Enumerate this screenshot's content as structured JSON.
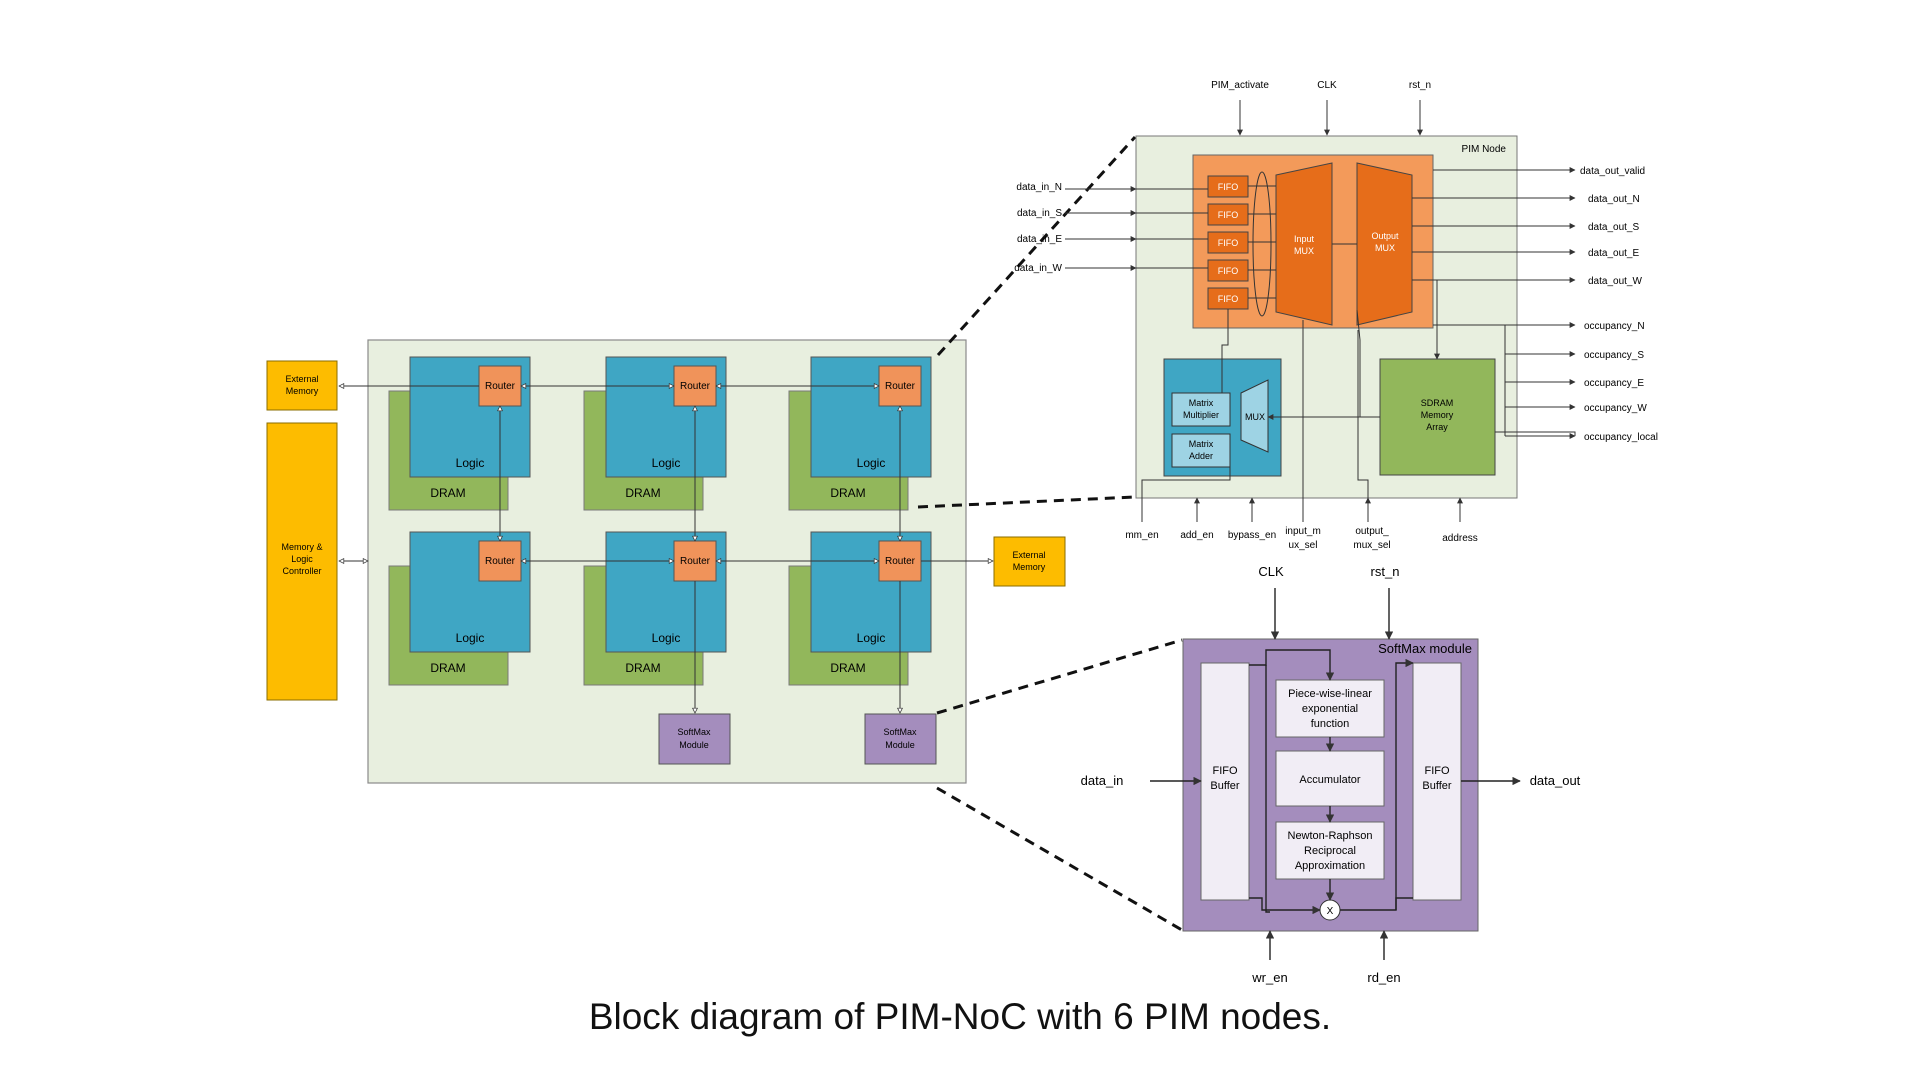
{
  "caption": "Block diagram of PIM-NoC with 6 PIM nodes.",
  "colors": {
    "mesh_bg": "#e8efdf",
    "logic": "#3fa6c4",
    "dram": "#92b75b",
    "router": "#f0935a",
    "router_zone": "#f39a5a",
    "mux": "#e66d1a",
    "memory": "#fdbc00",
    "softmax": "#a48dbd",
    "softmax_panel": "#f1edf5"
  },
  "mesh": {
    "router_label": "Router",
    "logic_label": "Logic",
    "dram_label": "DRAM",
    "softmax_label": [
      "SoftMax",
      "Module"
    ],
    "external_memory": [
      "External",
      "Memory"
    ],
    "controller": [
      "Memory &",
      "Logic",
      "Controller"
    ]
  },
  "pim_node": {
    "title": "PIM Node",
    "fifo": "FIFO",
    "input_mux": [
      "Input",
      "MUX"
    ],
    "output_mux": [
      "Output",
      "MUX"
    ],
    "matrix_multiplier": [
      "Matrix",
      "Multiplier"
    ],
    "matrix_adder": [
      "Matrix",
      "Adder"
    ],
    "mux": "MUX",
    "sdram": [
      "SDRAM",
      "Memory",
      "Array"
    ],
    "top_signals": [
      "PIM_activate",
      "CLK",
      "rst_n"
    ],
    "inputs": [
      "data_in_N",
      "data_in_S",
      "data_in_E",
      "data_in_W"
    ],
    "outputs": [
      "data_out_valid",
      "data_out_N",
      "data_out_S",
      "data_out_E",
      "data_out_W",
      "occupancy_N",
      "occupancy_S",
      "occupancy_E",
      "occupancy_W",
      "occupancy_local"
    ],
    "bottom_signals": [
      [
        "mm_en"
      ],
      [
        "add_en"
      ],
      [
        "bypass_en"
      ],
      [
        "input_m",
        "ux_sel"
      ],
      [
        "output_",
        "mux_sel"
      ],
      [
        "address"
      ]
    ]
  },
  "softmax": {
    "title": "SoftMax module",
    "top_signals": [
      "CLK",
      "rst_n"
    ],
    "fifo_buffer": [
      "FIFO",
      "Buffer"
    ],
    "pwl": [
      "Piece-wise-linear",
      "exponential",
      "function"
    ],
    "accumulator": "Accumulator",
    "newton": [
      "Newton-Raphson",
      "Reciprocal",
      "Approximation"
    ],
    "multiply": "X",
    "input": "data_in",
    "output": "data_out",
    "bottom_signals": [
      "wr_en",
      "rd_en"
    ]
  }
}
